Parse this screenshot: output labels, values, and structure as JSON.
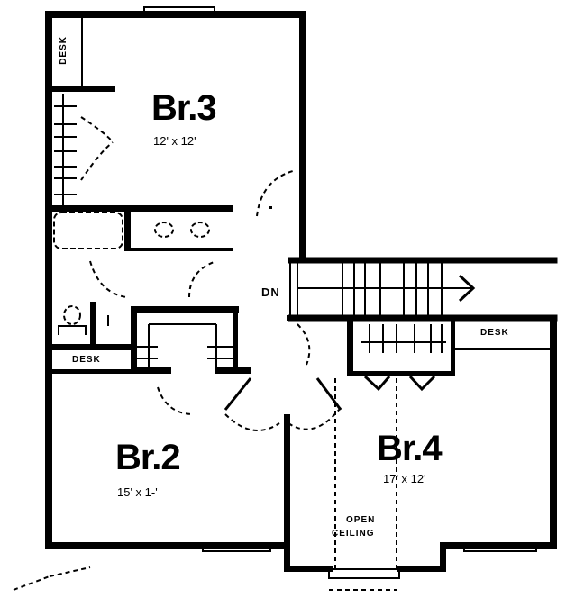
{
  "plan": {
    "rooms": [
      {
        "id": "br3",
        "name": "Br.3",
        "dimensions": "12' x 12'"
      },
      {
        "id": "br2",
        "name": "Br.2",
        "dimensions": "15' x 1-'"
      },
      {
        "id": "br4",
        "name": "Br.4",
        "dimensions": "17' x 12'"
      }
    ],
    "labels": {
      "desk_br3": "DESK",
      "desk_br2": "DESK",
      "desk_br4": "DESK",
      "stairs": "DN",
      "ceiling_line1": "OPEN",
      "ceiling_line2": "CEILING"
    },
    "colors": {
      "line": "#000000",
      "background": "#ffffff"
    }
  }
}
